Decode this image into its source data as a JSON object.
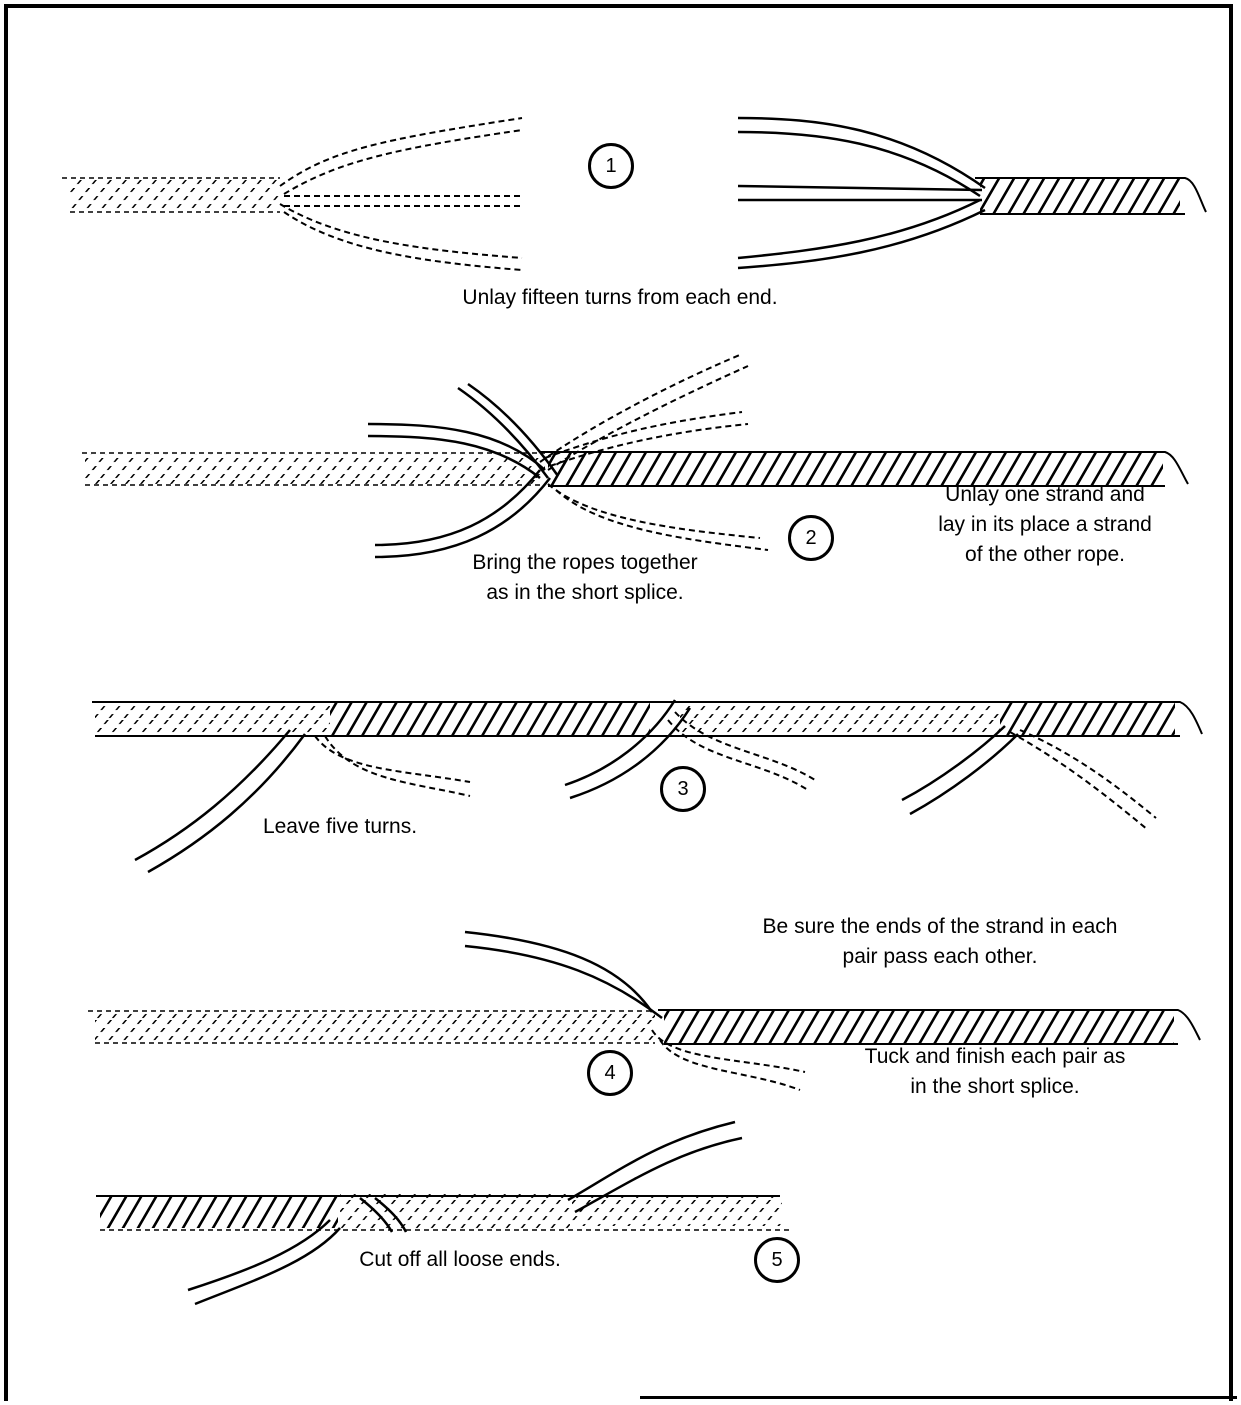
{
  "steps": [
    {
      "number": "1",
      "captions": [
        "Unlay fifteen turns from each end."
      ]
    },
    {
      "number": "2",
      "captions": [
        "Bring the ropes together\nas in the short splice.",
        "Unlay one strand and\nlay in its place a strand\nof the other rope."
      ]
    },
    {
      "number": "3",
      "captions": [
        "Leave five turns."
      ]
    },
    {
      "number": "4",
      "captions": [
        "Be sure the ends of the strand in each\npair pass each other.",
        "Tuck and finish each pair as\nin the short splice."
      ]
    },
    {
      "number": "5",
      "captions": [
        "Cut off all loose ends."
      ]
    }
  ]
}
